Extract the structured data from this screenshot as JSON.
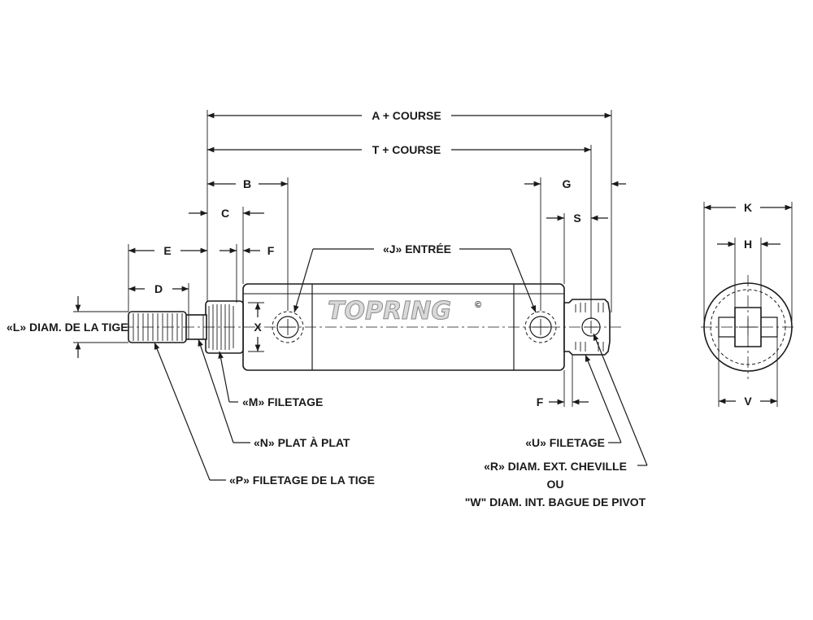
{
  "dimensions": {
    "a_course": "A + COURSE",
    "t_course": "T + COURSE",
    "b": "B",
    "c": "C",
    "d": "D",
    "e": "E",
    "f_top": "F",
    "f_bottom": "F",
    "g": "G",
    "s": "S",
    "x": "X",
    "k": "K",
    "h": "H",
    "v": "V"
  },
  "callouts": {
    "l_rod_diam": "«L» DIAM. DE LA TIGE",
    "j_inlet": "«J» ENTRÉE",
    "m_thread": "«M» FILETAGE",
    "n_flats": "«N» PLAT À PLAT",
    "p_rod_thread": "«P» FILETAGE DE LA TIGE",
    "u_thread": "«U» FILETAGE",
    "r_line1": "«R» DIAM. EXT. CHEVILLE",
    "r_line2": "OU",
    "r_line3": "\"W\" DIAM. INT. BAGUE DE PIVOT"
  },
  "logo": "TOPRING"
}
